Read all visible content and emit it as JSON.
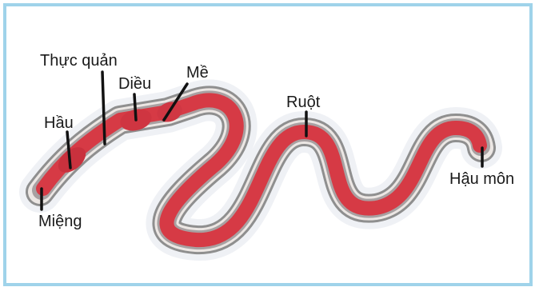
{
  "labels": {
    "thuc_quan": "Thực quản",
    "me": "Mề",
    "dieu": "Diều",
    "hau": "Hầu",
    "ruot": "Ruột",
    "hau_mon": "Hậu môn",
    "mieng": "Miệng"
  },
  "colors": {
    "frame_border": "#9fd3ea",
    "gut_red": "#d63a45",
    "body_outline": "#8a8a8a",
    "body_fill": "#ece7e4"
  }
}
